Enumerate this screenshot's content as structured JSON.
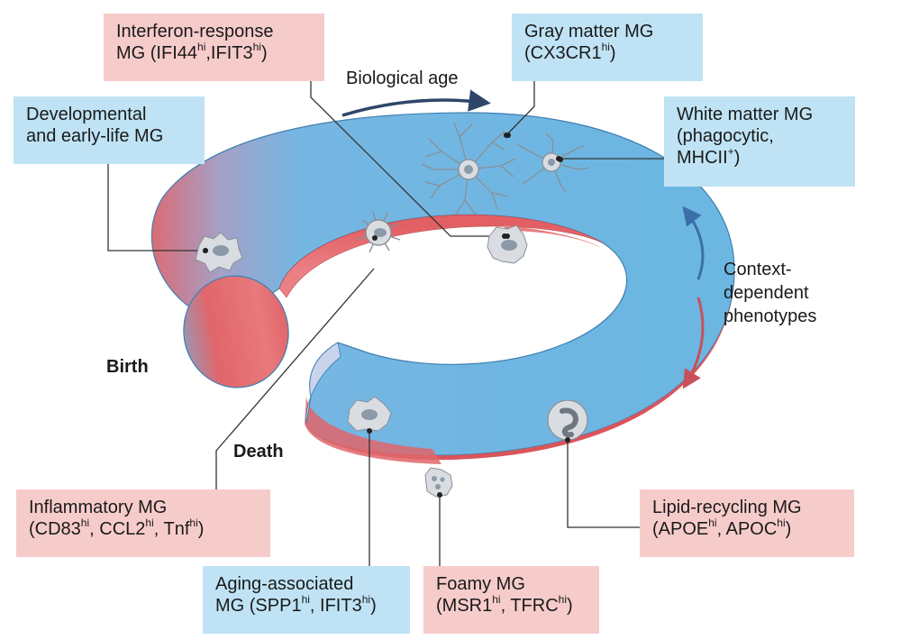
{
  "arrow_top_label": "Biological age",
  "arrow_side_label": [
    "Context-",
    "dependent",
    "phenotypes"
  ],
  "stage_labels": {
    "start": "Birth",
    "end": "Death"
  },
  "cell_types": {
    "interferon": {
      "line1": "Interferon-response",
      "l2_a": "MG (IFI44",
      "l2_s1": "hi",
      "l2_b": ",IFIT3",
      "l2_s2": "hi",
      "l2_c": ")"
    },
    "gray": {
      "line1": "Gray matter MG",
      "l2_a": "(CX3CR1",
      "l2_s1": "hi",
      "l2_c": ")"
    },
    "developmental": {
      "line1": "Developmental",
      "line2": "and early-life MG"
    },
    "white": {
      "line1": "White matter MG",
      "line2": "(phagocytic,",
      "l3_a": "MHCII",
      "l3_s1": "+",
      "l3_c": ")"
    },
    "inflammatory": {
      "line1": "Inflammatory MG",
      "l2_a": "(CD83",
      "l2_s1": "hi",
      "l2_b": ", CCL2",
      "l2_s2": "hi",
      "l2_c": ", Tnf",
      "l2_s3": "hi",
      "l2_d": ")"
    },
    "lipid": {
      "line1": "Lipid-recycling MG",
      "l2_a": "(APOE",
      "l2_s1": "hi",
      "l2_b": ", APOC",
      "l2_s2": "hi",
      "l2_c": ")"
    },
    "aging": {
      "line1": "Aging-associated",
      "l2_a": "MG (SPP1",
      "l2_s1": "hi",
      "l2_b": ", IFIT3",
      "l2_s2": "hi",
      "l2_c": ")"
    },
    "foamy": {
      "line1": "Foamy MG",
      "l2_a": "(MSR1",
      "l2_s1": "hi",
      "l2_b": ", TFRC",
      "l2_s2": "hi",
      "l2_c": ")"
    }
  },
  "colors": {
    "blue_box": "#bfe3f4",
    "pink_box": "#f6cccb",
    "ring_blue": "#6cb6e2",
    "ring_red": "#e1666b",
    "arrow_navy": "#2f4669"
  }
}
